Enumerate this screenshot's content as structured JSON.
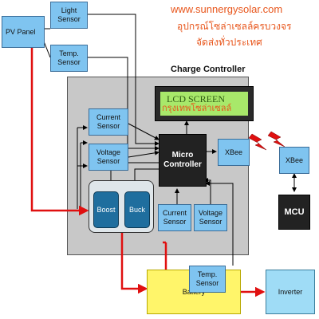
{
  "header": {
    "website": "www.sunnergysolar.com",
    "thai_line1": "อุปกรณ์โซล่าเซลล์ครบวงจร",
    "thai_line2": "จัดส่งทั่วประเทศ"
  },
  "nodes": {
    "pv_panel": "PV Panel",
    "light_sensor": "Light Sensor",
    "temp_sensor_pv": "Temp. Sensor",
    "charge_controller": "Charge Controller",
    "lcd_screen": "LCD SCREEN",
    "lcd_overlay": "กรุงเทพโซล่าเซลล์",
    "current_sensor_1": "Current Sensor",
    "voltage_sensor_1": "Voltage Sensor",
    "micro_controller": "Micro Controller",
    "xbee_internal": "XBee",
    "xbee_external": "XBee",
    "mcu": "MCU",
    "boost": "Boost",
    "buck": "Buck",
    "current_sensor_2": "Current Sensor",
    "voltage_sensor_2": "Voltage Sensor",
    "battery": "Battery",
    "temp_sensor_battery": "Temp. Sensor",
    "inverter": "Inverter"
  },
  "colors": {
    "sensor_fill": "#7fc4f0",
    "controller_bg": "#c8c8c8",
    "power_line": "#e01010",
    "signal_line": "#000000",
    "lcd_green": "#a8e86a",
    "battery_yellow": "#fff56a",
    "website_orange": "#e8561c"
  }
}
